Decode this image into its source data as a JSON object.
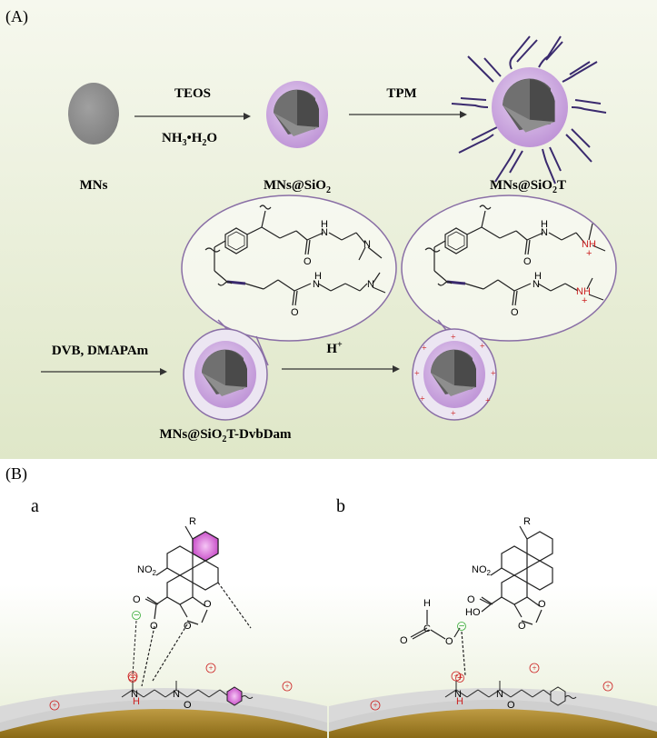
{
  "panelA": {
    "label": "(A)",
    "step1": {
      "top": "TEOS",
      "bottom_main": "NH",
      "bottom_sub": "3",
      "bottom_rest": "•H",
      "bottom_sub2": "2",
      "bottom_end": "O"
    },
    "step2": {
      "top": "TPM"
    },
    "step3": {
      "left": "DVB, DMAPAm"
    },
    "step4": {
      "top_main": "H",
      "top_sup": "+"
    },
    "particles": {
      "p1": "MNs",
      "p2_main": "MNs@SiO",
      "p2_sub": "2",
      "p3_main": "MNs@SiO",
      "p3_sub": "2",
      "p3_end": "T",
      "p4_main": "MNs@SiO",
      "p4_sub": "2",
      "p4_end": "T-DvbDam"
    },
    "chem_labels": {
      "N": "N",
      "H": "H",
      "O": "O",
      "NH": "NH",
      "plus": "+"
    }
  },
  "panelB": {
    "label": "(B)",
    "sub_a": "a",
    "sub_b": "b",
    "chem": {
      "R": "R",
      "NO2": "NO",
      "NO2_sub": "2",
      "O": "O",
      "HO": "HO",
      "H": "H",
      "C": "C",
      "N": "N",
      "minus": "−",
      "plus": "+"
    }
  },
  "colors": {
    "bg_gradient_top": "#f4f7e9",
    "bg_gradient_bottom": "#dfe8c9",
    "particle_grey": "#8c8c8c",
    "silica_purple": "#c9a4dd",
    "polymer_line": "#3a2a6e",
    "ring_magenta": "#cc44cc",
    "surface_grey": "#cfcfcf",
    "gold": "#b8902a",
    "charge_red": "#cc2222",
    "charge_green": "#33aa33"
  }
}
